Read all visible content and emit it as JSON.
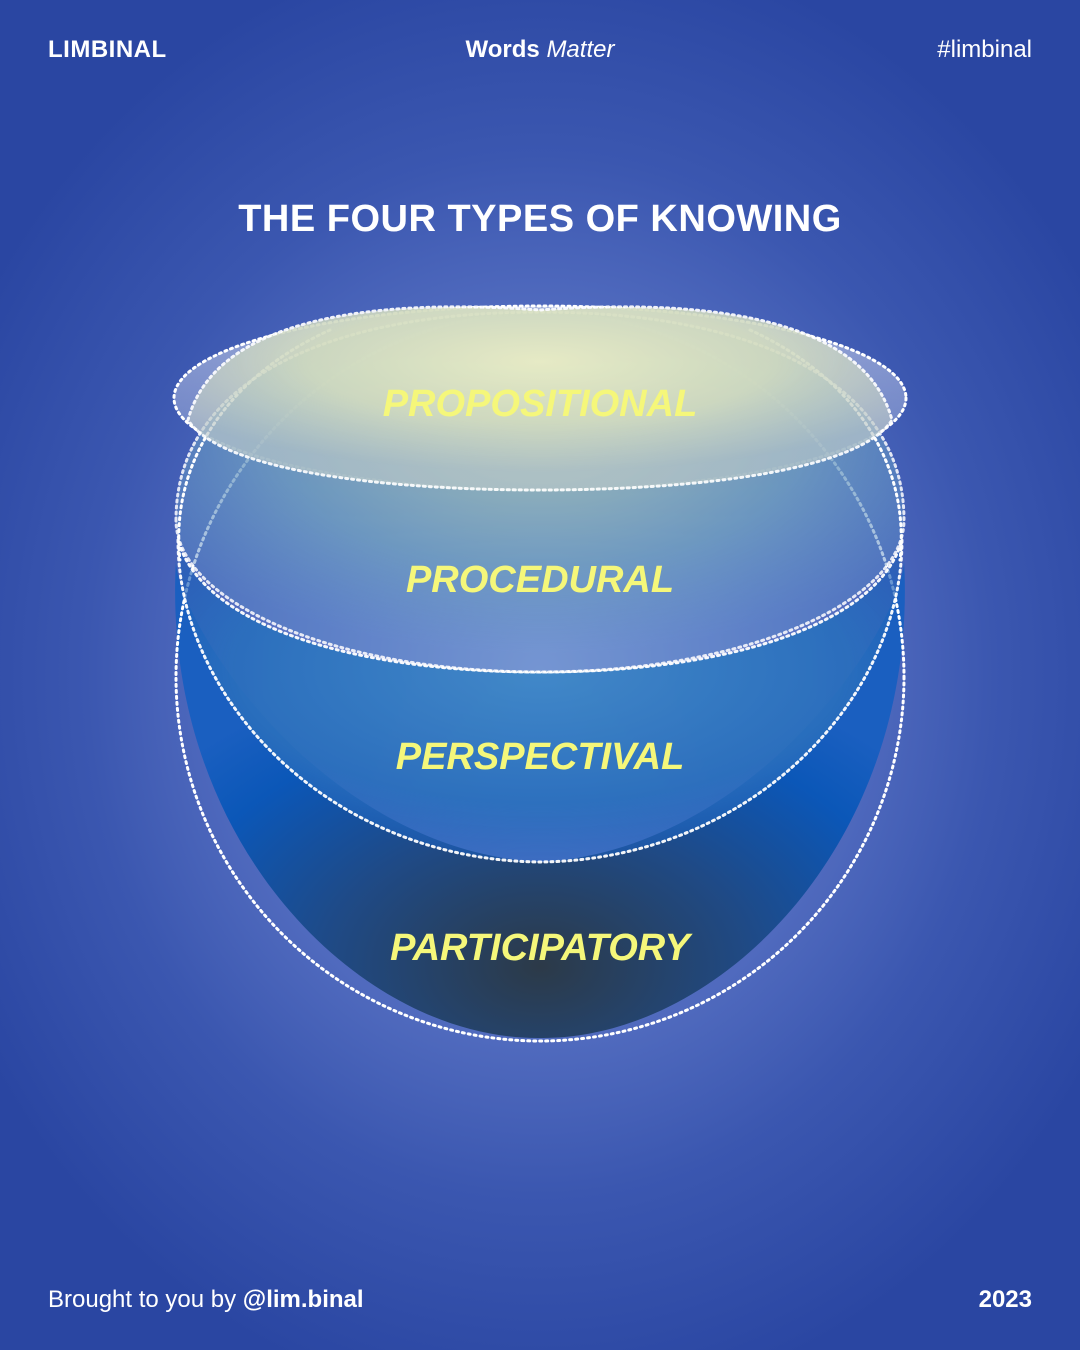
{
  "header": {
    "brand": "LIMBINAL",
    "series_bold": "Words",
    "series_italic": "Matter",
    "hashtag": "#limbinal"
  },
  "title": "THE FOUR TYPES OF KNOWING",
  "layers": [
    {
      "label": "PROPOSITIONAL"
    },
    {
      "label": "PROCEDURAL"
    },
    {
      "label": "PERSPECTIVAL"
    },
    {
      "label": "PARTICIPATORY"
    }
  ],
  "footer": {
    "credit_prefix": "Brought to you by",
    "handle": "@lim.binal",
    "year": "2023"
  },
  "colors": {
    "label": "#f5f77a",
    "outline": "#ffffff",
    "background": "#4a64bd"
  }
}
